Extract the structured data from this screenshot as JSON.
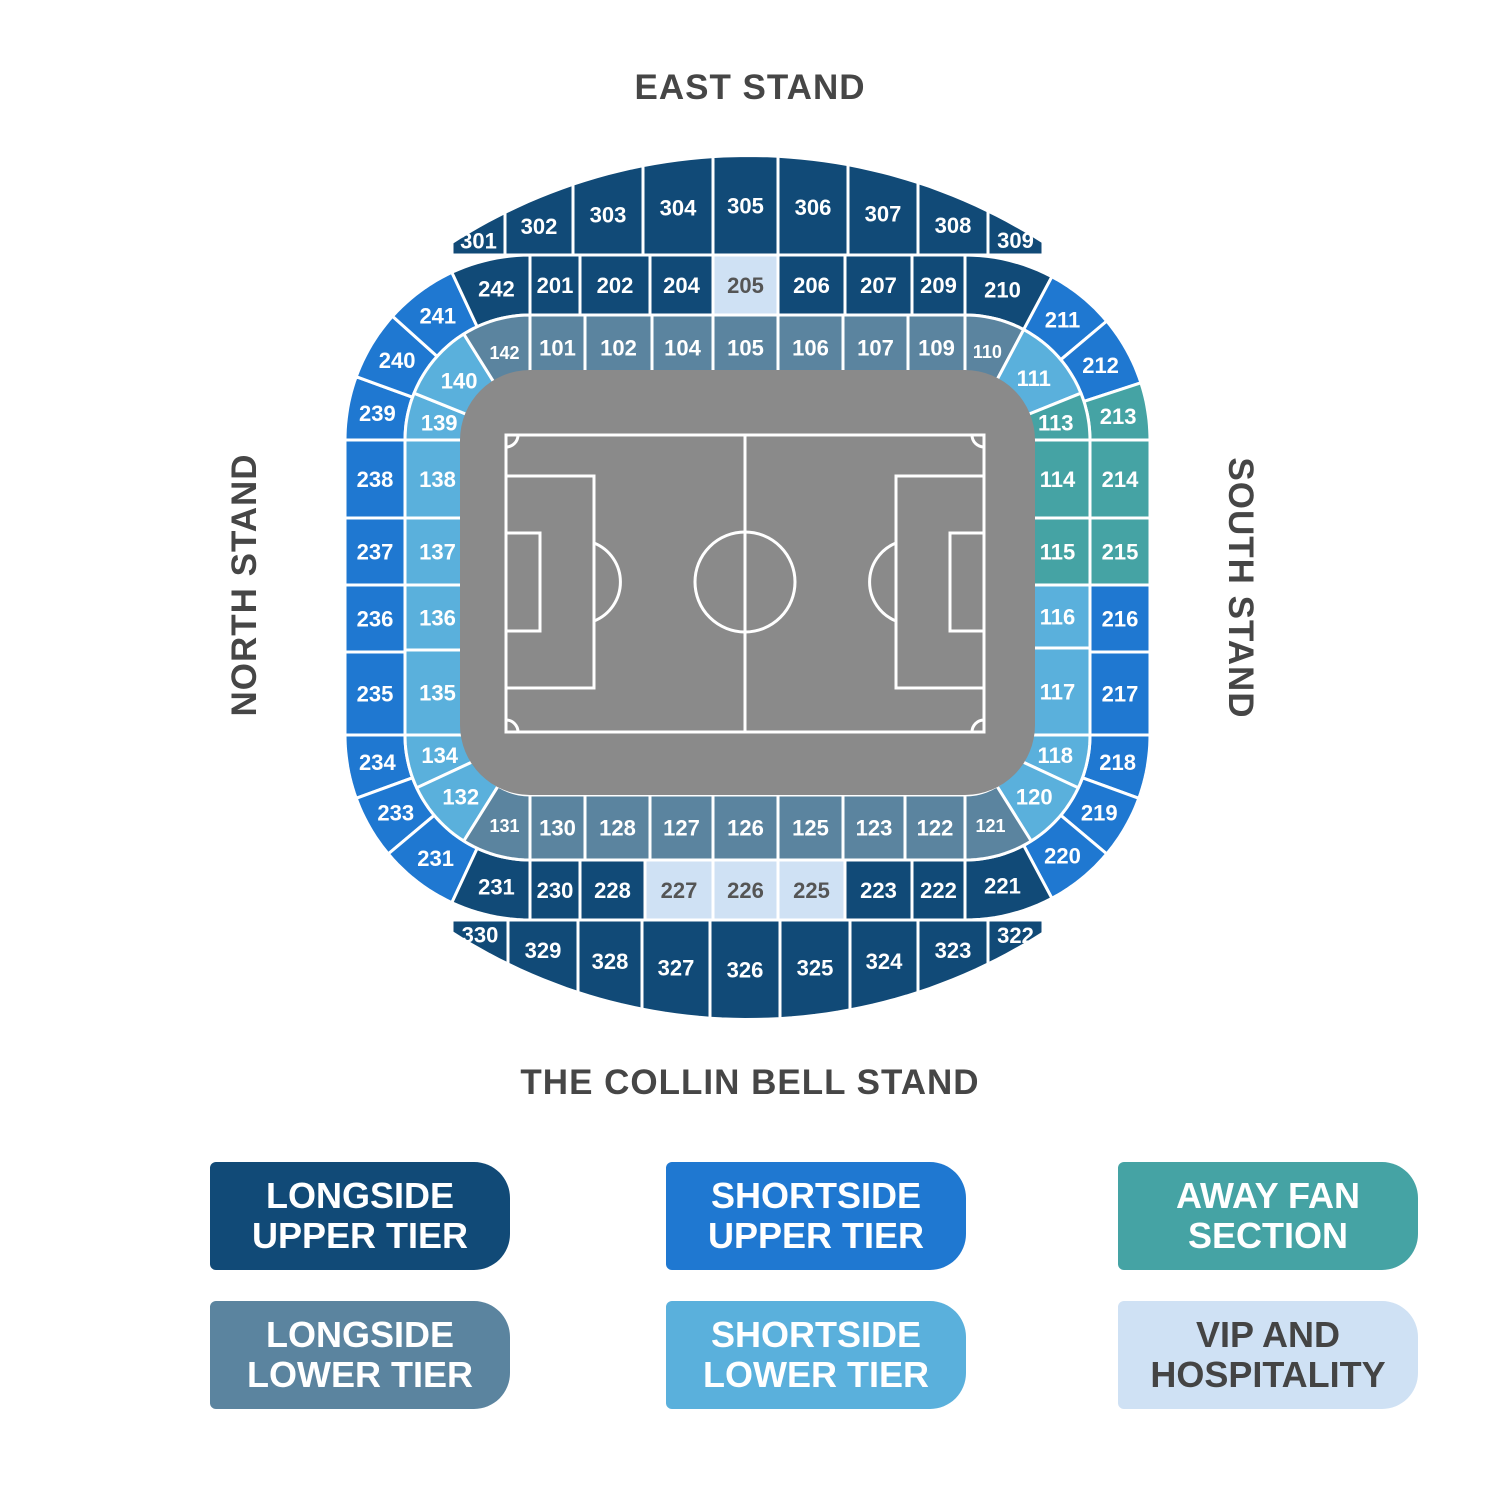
{
  "stands": {
    "east": "EAST STAND",
    "north": "NORTH STAND",
    "south": "SOUTH STAND",
    "collin": "THE COLLIN BELL STAND"
  },
  "tier_colors": {
    "lu": "#114a77",
    "su": "#1f78d1",
    "away": "#45a3a4",
    "ll": "#5b849f",
    "sl": "#5ab0dc",
    "vip": "#cfe1f4",
    "pitch": "#8a8a8a"
  },
  "legend": [
    {
      "tier": "lu",
      "line1": "LONGSIDE",
      "line2": "UPPER TIER"
    },
    {
      "tier": "su",
      "line1": "SHORTSIDE",
      "line2": "UPPER TIER"
    },
    {
      "tier": "away",
      "line1": "AWAY FAN",
      "line2": "SECTION"
    },
    {
      "tier": "ll",
      "line1": "LONGSIDE",
      "line2": "LOWER TIER"
    },
    {
      "tier": "sl",
      "line1": "SHORTSIDE",
      "line2": "LOWER TIER"
    },
    {
      "tier": "vip",
      "line1": "VIP AND",
      "line2": "HOSPITALITY"
    }
  ],
  "sections": {
    "top_300": [
      [
        "301",
        "lu"
      ],
      [
        "302",
        "lu"
      ],
      [
        "303",
        "lu"
      ],
      [
        "304",
        "lu"
      ],
      [
        "305",
        "lu"
      ],
      [
        "306",
        "lu"
      ],
      [
        "307",
        "lu"
      ],
      [
        "308",
        "lu"
      ],
      [
        "309",
        "lu"
      ]
    ],
    "top_200": [
      [
        "201",
        "lu"
      ],
      [
        "202",
        "lu"
      ],
      [
        "204",
        "lu"
      ],
      [
        "205",
        "vip"
      ],
      [
        "206",
        "lu"
      ],
      [
        "207",
        "lu"
      ],
      [
        "209",
        "lu"
      ]
    ],
    "top_100": [
      [
        "101",
        "ll"
      ],
      [
        "102",
        "ll"
      ],
      [
        "104",
        "ll"
      ],
      [
        "105",
        "ll"
      ],
      [
        "106",
        "ll"
      ],
      [
        "107",
        "ll"
      ],
      [
        "109",
        "ll"
      ]
    ],
    "top_left_upper": [
      [
        "239",
        "su"
      ],
      [
        "240",
        "su"
      ],
      [
        "241",
        "su"
      ],
      [
        "242",
        "lu"
      ]
    ],
    "top_left_lower": [
      [
        "139",
        "sl"
      ],
      [
        "140",
        "sl"
      ],
      [
        "142",
        "ll"
      ]
    ],
    "top_right_upper": [
      [
        "210",
        "lu"
      ],
      [
        "211",
        "su"
      ],
      [
        "212",
        "su"
      ],
      [
        "213",
        "away"
      ]
    ],
    "top_right_lower": [
      [
        "110",
        "ll"
      ],
      [
        "111",
        "sl"
      ],
      [
        "113",
        "away"
      ]
    ],
    "left_upper": [
      [
        "238",
        "su"
      ],
      [
        "237",
        "su"
      ],
      [
        "236",
        "su"
      ],
      [
        "235",
        "su"
      ]
    ],
    "left_lower": [
      [
        "138",
        "sl"
      ],
      [
        "137",
        "sl"
      ],
      [
        "136",
        "sl"
      ],
      [
        "135",
        "sl"
      ]
    ],
    "right_upper": [
      [
        "214",
        "away"
      ],
      [
        "215",
        "away"
      ],
      [
        "216",
        "su"
      ],
      [
        "217",
        "su"
      ]
    ],
    "right_lower": [
      [
        "114",
        "away"
      ],
      [
        "115",
        "away"
      ],
      [
        "116",
        "sl"
      ],
      [
        "117",
        "sl"
      ]
    ],
    "bottom_left_upper": [
      [
        "234",
        "su"
      ],
      [
        "233",
        "su"
      ],
      [
        "231",
        "su"
      ],
      [
        "231",
        "lu"
      ]
    ],
    "bottom_left_lower": [
      [
        "134",
        "sl"
      ],
      [
        "132",
        "sl"
      ],
      [
        "131",
        "ll"
      ]
    ],
    "bottom_right_upper": [
      [
        "218",
        "su"
      ],
      [
        "219",
        "su"
      ],
      [
        "220",
        "su"
      ],
      [
        "221",
        "lu"
      ]
    ],
    "bottom_right_lower": [
      [
        "118",
        "sl"
      ],
      [
        "120",
        "sl"
      ],
      [
        "121",
        "ll"
      ]
    ],
    "bottom_100": [
      [
        "130",
        "ll"
      ],
      [
        "128",
        "ll"
      ],
      [
        "127",
        "ll"
      ],
      [
        "126",
        "ll"
      ],
      [
        "125",
        "ll"
      ],
      [
        "123",
        "ll"
      ],
      [
        "122",
        "ll"
      ]
    ],
    "bottom_200": [
      [
        "230",
        "lu"
      ],
      [
        "228",
        "lu"
      ],
      [
        "227",
        "vip"
      ],
      [
        "226",
        "vip"
      ],
      [
        "225",
        "vip"
      ],
      [
        "223",
        "lu"
      ],
      [
        "222",
        "lu"
      ]
    ],
    "bottom_300": [
      [
        "330",
        "lu"
      ],
      [
        "329",
        "lu"
      ],
      [
        "328",
        "lu"
      ],
      [
        "327",
        "lu"
      ],
      [
        "326",
        "lu"
      ],
      [
        "325",
        "lu"
      ],
      [
        "324",
        "lu"
      ],
      [
        "323",
        "lu"
      ],
      [
        "322",
        "lu"
      ]
    ]
  }
}
